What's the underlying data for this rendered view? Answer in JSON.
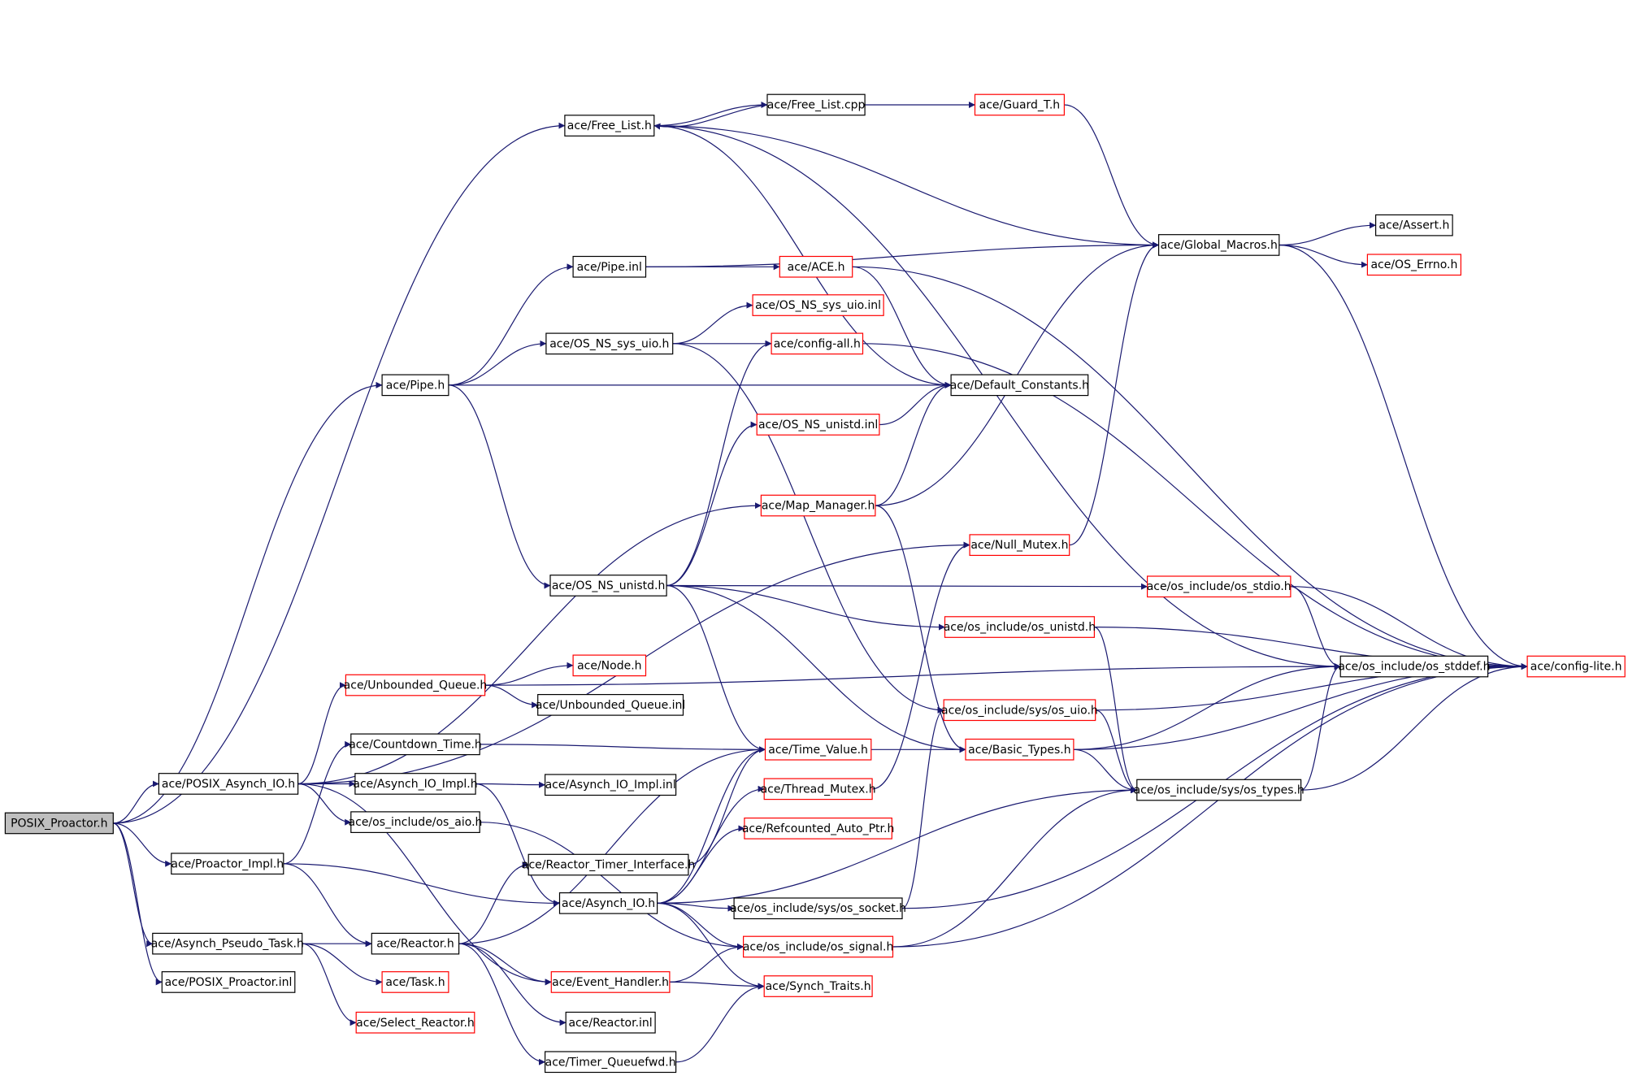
{
  "diagram": {
    "colors": {
      "edge": "#191970",
      "root_fill": "#bfbfbf",
      "root_border": "#000000",
      "normal_border": "#000000",
      "truncated_border": "#ff0000",
      "fill": "#ffffff"
    },
    "nodes": [
      {
        "id": "posix_proactor_h",
        "label": "POSIX_Proactor.h",
        "style": "root"
      },
      {
        "id": "posix_asynch_io_h",
        "label": "ace/POSIX_Asynch_IO.h",
        "style": "normal"
      },
      {
        "id": "proactor_impl_h",
        "label": "ace/Proactor_Impl.h",
        "style": "normal"
      },
      {
        "id": "asynch_pseudo_task_h",
        "label": "ace/Asynch_Pseudo_Task.h",
        "style": "normal"
      },
      {
        "id": "posix_proactor_inl",
        "label": "ace/POSIX_Proactor.inl",
        "style": "normal"
      },
      {
        "id": "free_list_h",
        "label": "ace/Free_List.h",
        "style": "normal"
      },
      {
        "id": "free_list_cpp",
        "label": "ace/Free_List.cpp",
        "style": "normal"
      },
      {
        "id": "guard_t_h",
        "label": "ace/Guard_T.h",
        "style": "truncated"
      },
      {
        "id": "pipe_inl",
        "label": "ace/Pipe.inl",
        "style": "normal"
      },
      {
        "id": "ace_h",
        "label": "ace/ACE.h",
        "style": "truncated"
      },
      {
        "id": "os_ns_sys_uio_inl",
        "label": "ace/OS_NS_sys_uio.inl",
        "style": "truncated"
      },
      {
        "id": "os_ns_sys_uio_h",
        "label": "ace/OS_NS_sys_uio.h",
        "style": "normal"
      },
      {
        "id": "config_all_h",
        "label": "ace/config-all.h",
        "style": "truncated"
      },
      {
        "id": "pipe_h",
        "label": "ace/Pipe.h",
        "style": "normal"
      },
      {
        "id": "default_constants_h",
        "label": "ace/Default_Constants.h",
        "style": "normal"
      },
      {
        "id": "os_ns_unistd_inl",
        "label": "ace/OS_NS_unistd.inl",
        "style": "truncated"
      },
      {
        "id": "map_manager_h",
        "label": "ace/Map_Manager.h",
        "style": "truncated"
      },
      {
        "id": "null_mutex_h",
        "label": "ace/Null_Mutex.h",
        "style": "truncated"
      },
      {
        "id": "os_ns_unistd_h",
        "label": "ace/OS_NS_unistd.h",
        "style": "normal"
      },
      {
        "id": "global_macros_h",
        "label": "ace/Global_Macros.h",
        "style": "normal"
      },
      {
        "id": "assert_h",
        "label": "ace/Assert.h",
        "style": "normal"
      },
      {
        "id": "os_errno_h",
        "label": "ace/OS_Errno.h",
        "style": "truncated"
      },
      {
        "id": "os_stdio_h",
        "label": "ace/os_include/os_stdio.h",
        "style": "truncated"
      },
      {
        "id": "os_unistd_h",
        "label": "ace/os_include/os_unistd.h",
        "style": "truncated"
      },
      {
        "id": "os_stddef_h",
        "label": "ace/os_include/os_stddef.h",
        "style": "normal"
      },
      {
        "id": "config_lite_h",
        "label": "ace/config-lite.h",
        "style": "truncated"
      },
      {
        "id": "unbounded_queue_h",
        "label": "ace/Unbounded_Queue.h",
        "style": "truncated"
      },
      {
        "id": "node_h",
        "label": "ace/Node.h",
        "style": "truncated"
      },
      {
        "id": "unbounded_queue_inl",
        "label": "ace/Unbounded_Queue.inl",
        "style": "normal"
      },
      {
        "id": "countdown_time_h",
        "label": "ace/Countdown_Time.h",
        "style": "normal"
      },
      {
        "id": "time_value_h",
        "label": "ace/Time_Value.h",
        "style": "truncated"
      },
      {
        "id": "os_sys_uio_h",
        "label": "ace/os_include/sys/os_uio.h",
        "style": "truncated"
      },
      {
        "id": "basic_types_h",
        "label": "ace/Basic_Types.h",
        "style": "truncated"
      },
      {
        "id": "asynch_io_impl_h",
        "label": "ace/Asynch_IO_Impl.h",
        "style": "normal"
      },
      {
        "id": "asynch_io_impl_inl",
        "label": "ace/Asynch_IO_Impl.inl",
        "style": "normal"
      },
      {
        "id": "thread_mutex_h",
        "label": "ace/Thread_Mutex.h",
        "style": "truncated"
      },
      {
        "id": "os_sys_types_h",
        "label": "ace/os_include/sys/os_types.h",
        "style": "normal"
      },
      {
        "id": "os_aio_h",
        "label": "ace/os_include/os_aio.h",
        "style": "normal"
      },
      {
        "id": "refcounted_auto_ptr_h",
        "label": "ace/Refcounted_Auto_Ptr.h",
        "style": "truncated"
      },
      {
        "id": "reactor_timer_interface_h",
        "label": "ace/Reactor_Timer_Interface.h",
        "style": "normal"
      },
      {
        "id": "asynch_io_h",
        "label": "ace/Asynch_IO.h",
        "style": "normal"
      },
      {
        "id": "os_sys_socket_h",
        "label": "ace/os_include/sys/os_socket.h",
        "style": "normal"
      },
      {
        "id": "reactor_h",
        "label": "ace/Reactor.h",
        "style": "normal"
      },
      {
        "id": "os_signal_h",
        "label": "ace/os_include/os_signal.h",
        "style": "truncated"
      },
      {
        "id": "task_h",
        "label": "ace/Task.h",
        "style": "truncated"
      },
      {
        "id": "event_handler_h",
        "label": "ace/Event_Handler.h",
        "style": "truncated"
      },
      {
        "id": "synch_traits_h",
        "label": "ace/Synch_Traits.h",
        "style": "truncated"
      },
      {
        "id": "select_reactor_h",
        "label": "ace/Select_Reactor.h",
        "style": "truncated"
      },
      {
        "id": "reactor_inl",
        "label": "ace/Reactor.inl",
        "style": "normal"
      },
      {
        "id": "timer_queuefwd_h",
        "label": "ace/Timer_Queuefwd.h",
        "style": "normal"
      }
    ],
    "edges": [
      [
        "posix_proactor_h",
        "free_list_h"
      ],
      [
        "posix_proactor_h",
        "pipe_h"
      ],
      [
        "posix_proactor_h",
        "posix_asynch_io_h"
      ],
      [
        "posix_proactor_h",
        "proactor_impl_h"
      ],
      [
        "posix_proactor_h",
        "asynch_pseudo_task_h"
      ],
      [
        "posix_proactor_h",
        "posix_proactor_inl"
      ],
      [
        "free_list_h",
        "free_list_cpp"
      ],
      [
        "free_list_cpp",
        "free_list_h"
      ],
      [
        "free_list_cpp",
        "guard_t_h"
      ],
      [
        "guard_t_h",
        "global_macros_h"
      ],
      [
        "free_list_h",
        "global_macros_h"
      ],
      [
        "free_list_h",
        "default_constants_h"
      ],
      [
        "free_list_h",
        "os_stddef_h"
      ],
      [
        "pipe_inl",
        "ace_h"
      ],
      [
        "pipe_inl",
        "global_macros_h"
      ],
      [
        "ace_h",
        "default_constants_h"
      ],
      [
        "ace_h",
        "config_lite_h"
      ],
      [
        "os_ns_sys_uio_h",
        "os_ns_sys_uio_inl"
      ],
      [
        "os_ns_sys_uio_h",
        "config_all_h"
      ],
      [
        "os_ns_sys_uio_h",
        "os_sys_uio_h"
      ],
      [
        "config_all_h",
        "config_lite_h"
      ],
      [
        "pipe_h",
        "pipe_inl"
      ],
      [
        "pipe_h",
        "os_ns_sys_uio_h"
      ],
      [
        "pipe_h",
        "default_constants_h"
      ],
      [
        "pipe_h",
        "os_ns_unistd_h"
      ],
      [
        "os_ns_unistd_inl",
        "default_constants_h"
      ],
      [
        "map_manager_h",
        "default_constants_h"
      ],
      [
        "map_manager_h",
        "global_macros_h"
      ],
      [
        "map_manager_h",
        "basic_types_h"
      ],
      [
        "null_mutex_h",
        "global_macros_h"
      ],
      [
        "os_ns_unistd_h",
        "config_all_h"
      ],
      [
        "os_ns_unistd_h",
        "os_ns_unistd_inl"
      ],
      [
        "os_ns_unistd_h",
        "os_stdio_h"
      ],
      [
        "os_ns_unistd_h",
        "os_unistd_h"
      ],
      [
        "os_ns_unistd_h",
        "time_value_h"
      ],
      [
        "os_ns_unistd_h",
        "basic_types_h"
      ],
      [
        "global_macros_h",
        "assert_h"
      ],
      [
        "global_macros_h",
        "os_errno_h"
      ],
      [
        "global_macros_h",
        "config_lite_h"
      ],
      [
        "os_stdio_h",
        "config_lite_h"
      ],
      [
        "os_stdio_h",
        "os_stddef_h"
      ],
      [
        "os_unistd_h",
        "config_lite_h"
      ],
      [
        "os_unistd_h",
        "os_sys_types_h"
      ],
      [
        "os_stddef_h",
        "config_lite_h"
      ],
      [
        "unbounded_queue_h",
        "node_h"
      ],
      [
        "unbounded_queue_h",
        "unbounded_queue_inl"
      ],
      [
        "unbounded_queue_h",
        "os_stddef_h"
      ],
      [
        "countdown_time_h",
        "time_value_h"
      ],
      [
        "time_value_h",
        "basic_types_h"
      ],
      [
        "os_sys_uio_h",
        "config_lite_h"
      ],
      [
        "os_sys_uio_h",
        "os_sys_types_h"
      ],
      [
        "basic_types_h",
        "os_stddef_h"
      ],
      [
        "basic_types_h",
        "os_sys_types_h"
      ],
      [
        "basic_types_h",
        "config_lite_h"
      ],
      [
        "os_sys_types_h",
        "os_stddef_h"
      ],
      [
        "os_sys_types_h",
        "config_lite_h"
      ],
      [
        "posix_asynch_io_h",
        "map_manager_h"
      ],
      [
        "posix_asynch_io_h",
        "null_mutex_h"
      ],
      [
        "posix_asynch_io_h",
        "unbounded_queue_h"
      ],
      [
        "posix_asynch_io_h",
        "asynch_io_impl_h"
      ],
      [
        "posix_asynch_io_h",
        "os_aio_h"
      ],
      [
        "posix_asynch_io_h",
        "event_handler_h"
      ],
      [
        "asynch_io_impl_h",
        "asynch_io_impl_inl"
      ],
      [
        "asynch_io_impl_h",
        "asynch_io_h"
      ],
      [
        "thread_mutex_h",
        "null_mutex_h"
      ],
      [
        "os_aio_h",
        "os_signal_h"
      ],
      [
        "reactor_timer_interface_h",
        "time_value_h"
      ],
      [
        "asynch_io_h",
        "time_value_h"
      ],
      [
        "asynch_io_h",
        "thread_mutex_h"
      ],
      [
        "asynch_io_h",
        "refcounted_auto_ptr_h"
      ],
      [
        "asynch_io_h",
        "os_sys_socket_h"
      ],
      [
        "asynch_io_h",
        "os_signal_h"
      ],
      [
        "asynch_io_h",
        "synch_traits_h"
      ],
      [
        "asynch_io_h",
        "os_sys_types_h"
      ],
      [
        "os_sys_socket_h",
        "os_sys_uio_h"
      ],
      [
        "os_sys_socket_h",
        "config_lite_h"
      ],
      [
        "os_signal_h",
        "os_sys_types_h"
      ],
      [
        "os_signal_h",
        "config_lite_h"
      ],
      [
        "proactor_impl_h",
        "countdown_time_h"
      ],
      [
        "proactor_impl_h",
        "asynch_io_h"
      ],
      [
        "proactor_impl_h",
        "reactor_h"
      ],
      [
        "asynch_pseudo_task_h",
        "reactor_h"
      ],
      [
        "asynch_pseudo_task_h",
        "task_h"
      ],
      [
        "asynch_pseudo_task_h",
        "select_reactor_h"
      ],
      [
        "reactor_h",
        "time_value_h"
      ],
      [
        "reactor_h",
        "reactor_timer_interface_h"
      ],
      [
        "reactor_h",
        "event_handler_h"
      ],
      [
        "reactor_h",
        "reactor_inl"
      ],
      [
        "reactor_h",
        "timer_queuefwd_h"
      ],
      [
        "event_handler_h",
        "os_signal_h"
      ],
      [
        "event_handler_h",
        "synch_traits_h"
      ],
      [
        "timer_queuefwd_h",
        "synch_traits_h"
      ]
    ]
  }
}
